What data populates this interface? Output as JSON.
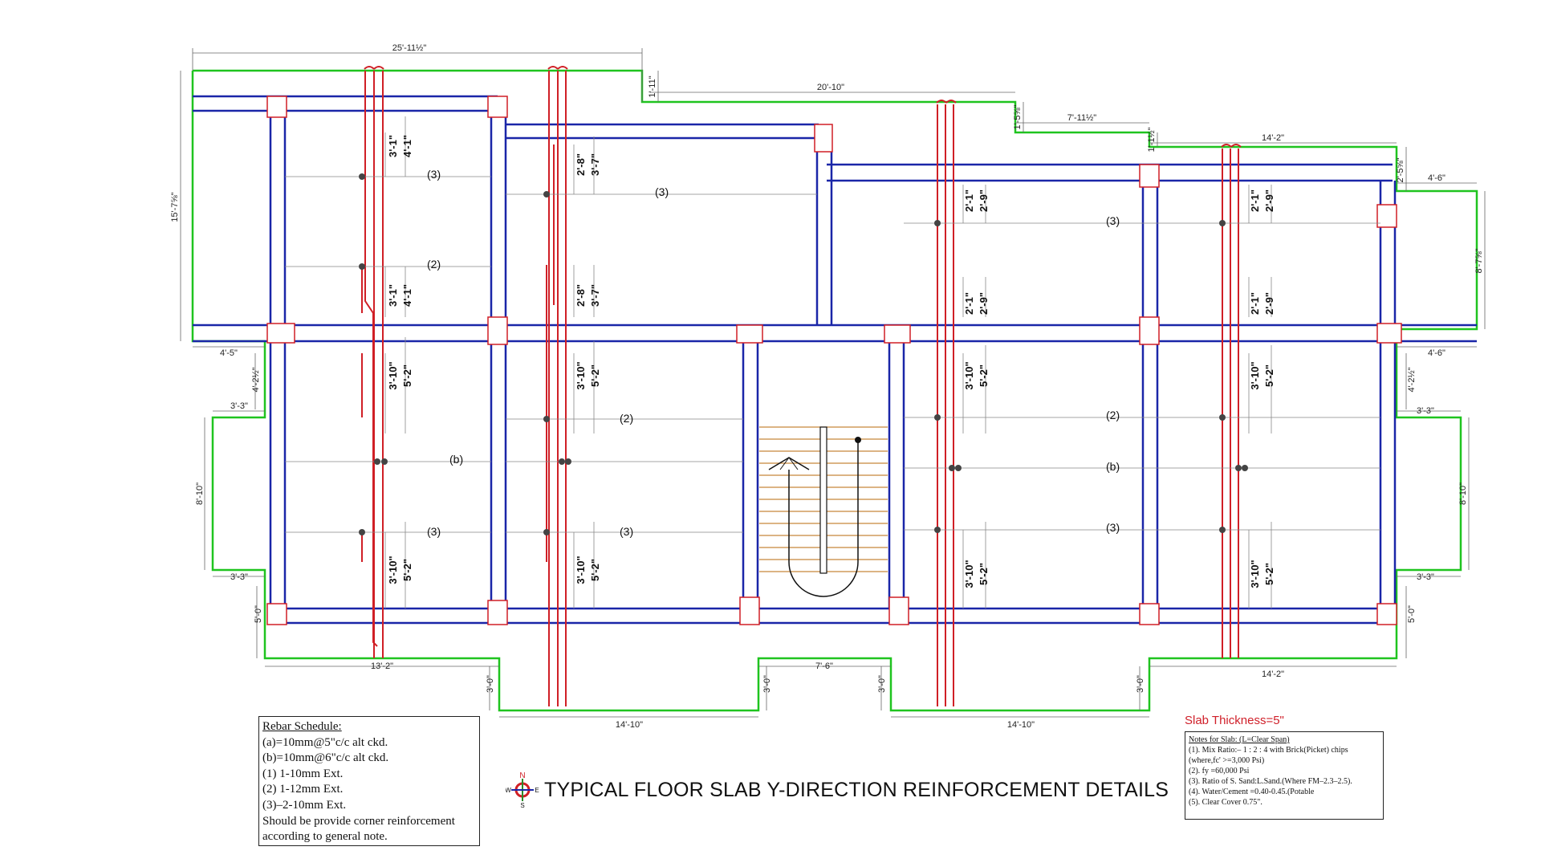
{
  "title": "TYPICAL FLOOR SLAB Y-DIRECTION REINFORCEMENT DETAILS",
  "slab_thickness": "Slab Thickness=5\"",
  "rebar_schedule": {
    "heading": "Rebar Schedule:",
    "lines": [
      "(a)=10mm@5\"c/c alt ckd.",
      "(b)=10mm@6\"c/c alt ckd.",
      "(1)   1-10mm Ext.",
      "(2)   1-12mm Ext.",
      "(3)–2-10mm Ext.",
      "Should be provide corner reinforcement",
      "according to general note."
    ]
  },
  "notes": {
    "heading": "Notes for Slab: (L=Clear Span)",
    "lines": [
      "(1). Mix Ratio:– 1 : 2 : 4 with Brick(Picket) chips",
      "(where,fc' >=3,000 Psi)",
      "(2). fy =60,000 Psi",
      "(3). Ratio of S. Sand:L.Sand.(Where FM–2.3–2.5).",
      "(4). Water/Cement =0.40-0.45.(Potable",
      "(5). Clear Cover   0.75\"."
    ]
  },
  "compass": {
    "n": "N",
    "s": "S",
    "e": "E",
    "w": "W"
  },
  "dims": {
    "top_left": "25'-11½\"",
    "step1": "1'-11\"",
    "top_mid": "20'-10\"",
    "step2": "1'-5⅝\"",
    "top_mid2": "7'-11½\"",
    "step3": "1'-1½\"",
    "top_right": "14'-2\"",
    "left_height": "15'-7⅝\"",
    "right_step": "2'-5⅝\"",
    "right_top_w": "4'-6\"",
    "right_height": "8'-7⅝\"",
    "left_mid_w": "4'-5\"",
    "right_mid_w": "4'-6\"",
    "left_small_h": "4'-2½\"",
    "right_small_h": "4'-2½\"",
    "left_bal_top": "3'-3\"",
    "left_bal_h": "8'-10\"",
    "left_bal_bot": "3'-3\"",
    "right_bal_top": "3'-3\"",
    "right_bal_h": "8'-10\"",
    "right_bal_bot": "3'-3\"",
    "left_bot_h": "5'-0\"",
    "right_bot_h": "5'-0\"",
    "bot_left_w": "13'-2\"",
    "bot_drop1": "3'-0\"",
    "bot_seg1": "14'-10\"",
    "bot_drop2": "3'-0\"",
    "bot_mid": "7'-6\"",
    "bot_drop3": "3'-0\"",
    "bot_seg2": "14'-10\"",
    "bot_drop4": "3'-0\"",
    "bot_right_w": "14'-2\""
  },
  "bar_dims": {
    "d_3_1": "3'-1\"",
    "d_4_1": "4'-1\"",
    "d_2_8": "2'-8\"",
    "d_3_7": "3'-7\"",
    "d_2_1": "2'-1\"",
    "d_2_9": "2'-9\"",
    "d_3_10": "3'-10\"",
    "d_5_2": "5'-2\""
  },
  "bar_marks": {
    "m3": "(3)",
    "m2": "(2)",
    "mb": "(b)"
  },
  "colors": {
    "wall": "#1a26a8",
    "rebar": "#d01f26",
    "outline": "#1fc41f",
    "dim": "#555555",
    "stair": "#c8883a"
  }
}
